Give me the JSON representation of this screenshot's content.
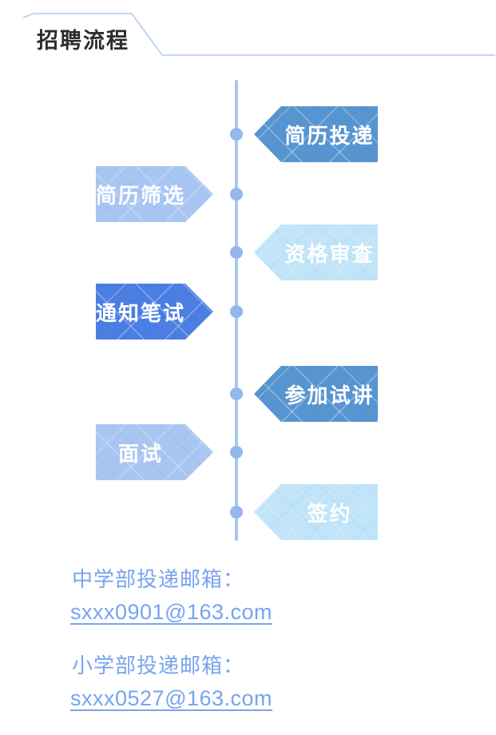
{
  "page": {
    "title": "招聘流程"
  },
  "theme": {
    "background": "#ffffff",
    "title_color": "#2d2d2d",
    "decoration_line_color": "#bcd0f5",
    "timeline_color": "#aac7f2",
    "dot_color": "#94b7ee",
    "arrow_text_color": "#ffffff",
    "link_color": "#78a3f0"
  },
  "flow": {
    "steps": [
      {
        "label": "简历投递",
        "side": "right",
        "color": "#5795d1"
      },
      {
        "label": "简历筛选",
        "side": "left",
        "color": "#a9c6f3"
      },
      {
        "label": "资格审查",
        "side": "right",
        "color": "#c1e5f8"
      },
      {
        "label": "通知笔试",
        "side": "left",
        "color": "#4b7ee2"
      },
      {
        "label": "参加试讲",
        "side": "right",
        "color": "#5795d1"
      },
      {
        "label": "面试",
        "side": "left",
        "color": "#a9c6f3"
      },
      {
        "label": "签约",
        "side": "right",
        "color": "#c1e5f8"
      }
    ]
  },
  "contacts": [
    {
      "label": "中学部投递邮箱：",
      "email": "sxxx0901@163.com"
    },
    {
      "label": "小学部投递邮箱：",
      "email": "sxxx0527@163.com"
    }
  ]
}
